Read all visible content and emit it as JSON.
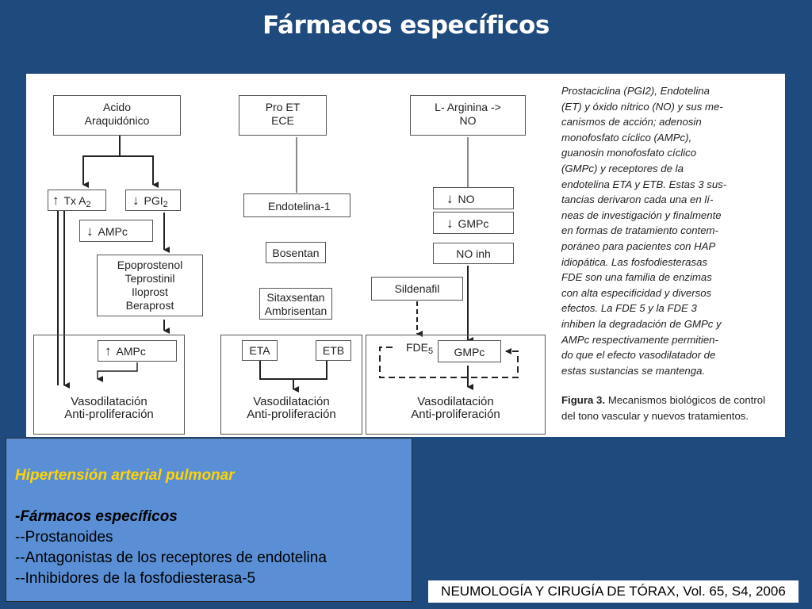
{
  "title": "Fármacos específicos",
  "diagram": {
    "col1": {
      "source": [
        "Acido",
        "Araquidónico"
      ],
      "txa_arrow": "↑",
      "txa_label": "Tx A",
      "txa_sub": "2",
      "pgi_arrow": "↓",
      "pgi_label": "PGI",
      "pgi_sub": "2",
      "ampc_arrow": "↓",
      "ampc_label": "AMPc",
      "drugs": [
        "Epoprostenol",
        "Teprostinil",
        "Iloprost",
        "Beraprost"
      ],
      "result_arrow": "↑",
      "result_ampc": "AMPc",
      "outcome": [
        "Vasodilatación",
        "Anti-proliferación"
      ]
    },
    "col2": {
      "source": [
        "Pro ET",
        "ECE"
      ],
      "endothelin": "Endotelina-1",
      "drug1": "Bosentan",
      "drug2": [
        "Sitaxsentan",
        "Ambrisentan"
      ],
      "eta": "ETA",
      "etb": "ETB",
      "outcome": [
        "Vasodilatación",
        "Anti-proliferación"
      ]
    },
    "col3": {
      "source": "L- Arginina ->",
      "source2": "NO",
      "no_arrow": "↓",
      "no_label": "NO",
      "gmpc_arrow": "↓",
      "gmpc_label": "GMPc",
      "no_inh": "NO inh",
      "sildenafil": "Sildenafil",
      "fde_label": "FDE",
      "fde_sub": "5",
      "gmpc_box": "GMPc",
      "outcome": [
        "Vasodilatación",
        "Anti-proliferación"
      ]
    },
    "caption_lines": [
      "Prostaciclina (PGI2), Endotelina",
      "(ET) y óxido nítrico (NO) y sus me-",
      "canismos de acción; adenosin",
      "monofosfato cíclico (AMPc),",
      "guanosin monofosfato cíclico",
      "(GMPc) y receptores de la",
      "endotelina ETA y ETB. Estas 3 sus-",
      "tancias derivaron cada una en lí-",
      "neas de investigación y finalmente",
      "en formas de tratamiento contem-",
      "poráneo para pacientes con HAP",
      "idiopática. Las fosfodiesterasas",
      "FDE son una familia de enzimas",
      "con alta especificidad y diversos",
      "efectos. La FDE 5 y la FDE 3",
      "inhiben la degradación de GMPc y",
      "AMPc respectivamente permitien-",
      "do que el efecto vasodilatador de",
      "estas sustancias se mantenga."
    ],
    "figure_label": "Figura 3.",
    "figure_caption": " Mecanismos biológicos de control del tono vascular y nuevos tratamientos."
  },
  "infobox": {
    "heading": "Hipertensión arterial pulmonar",
    "subheading": "-Fármacos específicos",
    "items": [
      "--Prostanoides",
      "--Antagonistas de los receptores de endotelina",
      "--Inhibidores de la fosfodiesterasa-5"
    ]
  },
  "journal": "NEUMOLOGÍA Y CIRUGÍA DE TÓRAX, Vol. 65, S4, 2006"
}
